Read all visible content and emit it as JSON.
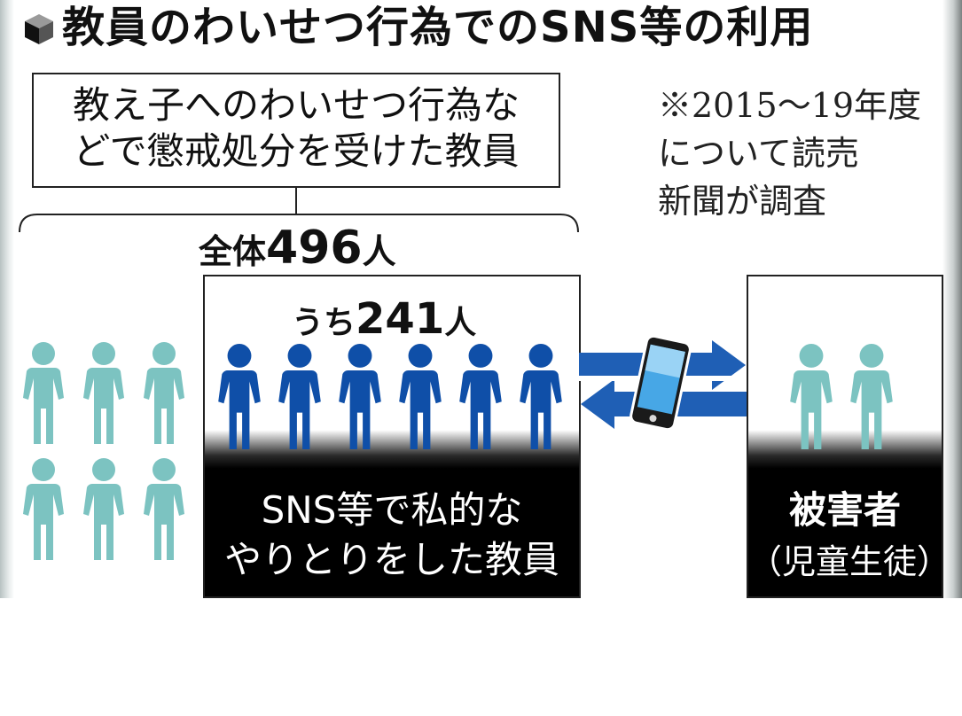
{
  "title": "教員のわいせつ行為でのSNS等の利用",
  "criteria": {
    "line1": "教え子へのわいせつ行為な",
    "line2": "どで懲戒処分を受けた教員"
  },
  "note": {
    "line1": "※2015〜19年度",
    "line2": "について読売",
    "line3": "新聞が調査"
  },
  "total": {
    "prefix": "全体",
    "value": "496",
    "suffix": "人"
  },
  "subset": {
    "prefix": "うち",
    "value": "241",
    "suffix": "人"
  },
  "sns_teachers": {
    "line1": "SNS等で私的な",
    "line2": "やりとりをした教員"
  },
  "victims": {
    "label": "被害者",
    "sub": "（児童生徒）"
  },
  "icons": {
    "title_icon": "cube-icon",
    "person_icon": "person-icon",
    "phone_icon": "smartphone-icon",
    "arrow_icon": "arrow-icon"
  },
  "colors": {
    "teal_person": "#7cc3c1",
    "blue_person": "#0f4fa8",
    "arrow_blue": "#1f5fb5"
  }
}
